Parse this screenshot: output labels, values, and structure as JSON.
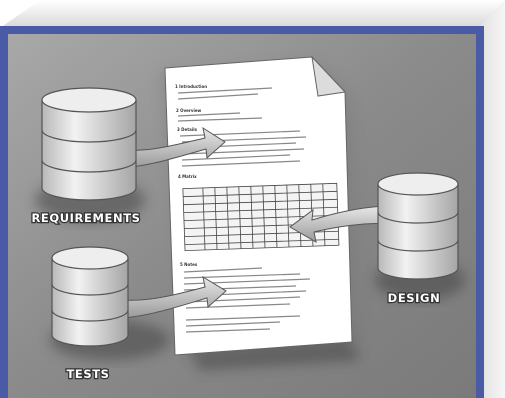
{
  "labels": {
    "requirements": "REQUIREMENTS",
    "tests": "TESTS",
    "design": "DESIGN"
  },
  "document": {
    "sections": [
      "1 Introduction",
      "2 Overview",
      "3 Details",
      "4 Matrix",
      "5 Notes"
    ]
  },
  "colors": {
    "frame_blue": "#4b5aa6",
    "backdrop": "#8c8c8c",
    "cylinder": "#d9d9d9",
    "paper": "#ffffff"
  }
}
